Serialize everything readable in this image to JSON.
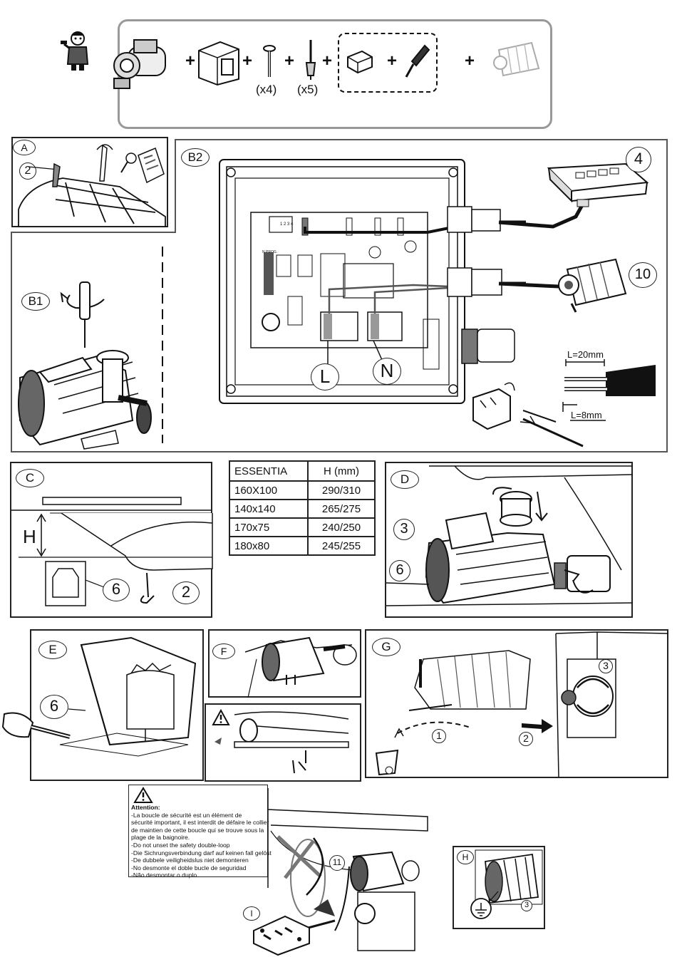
{
  "header": {
    "quantities": [
      "(x4)",
      "(x5)"
    ],
    "plus_sign": "+"
  },
  "panels": {
    "A": {
      "label": "A",
      "callout": "2"
    },
    "B1": {
      "label": "B1"
    },
    "B2": {
      "label": "B2",
      "callout_sensor": "4",
      "callout_heater": "10",
      "terminal_L": "L",
      "terminal_N": "N",
      "strip_outer": "L=20mm",
      "strip_inner": "L=8mm",
      "board_text": "1 2 3 4",
      "board_prog": "N PROG."
    },
    "C": {
      "label": "C",
      "height_mark": "H",
      "callout_box": "6",
      "callout_screw": "2"
    },
    "D": {
      "label": "D",
      "callout_pump": "3",
      "callout_box": "6"
    },
    "E": {
      "label": "E",
      "callout_box": "6"
    },
    "F": {
      "label": "F"
    },
    "G": {
      "label": "G",
      "callout_heater": "3",
      "step1": "1",
      "step2": "2"
    },
    "H": {
      "label": "H",
      "callout": "3"
    },
    "I": {
      "label": "I",
      "callout_loop": "11"
    }
  },
  "table": {
    "header": [
      "ESSENTIA",
      "H (mm)"
    ],
    "rows": [
      [
        "160X100",
        "290/310"
      ],
      [
        "140x140",
        "265/275"
      ],
      [
        "170x75",
        "240/250"
      ],
      [
        "180x80",
        "245/255"
      ]
    ]
  },
  "attention": {
    "title": "Attention:",
    "lines": [
      "-La boucle de sécurité est un élément de",
      "sécurité important, il est interdit de défaire le collier",
      "de maintien de cette boucle qui se trouve sous la",
      "plage de la baignoire.",
      "-Do not unset the safety double-loop",
      "-Die Sichrungsverbindung darf auf keinen fall gelöst",
      "-De dubbele veiligheidslus niet demonteren",
      "-No desmonte el doble bucle de seguridad",
      "-Não desmontar o duplo"
    ]
  }
}
